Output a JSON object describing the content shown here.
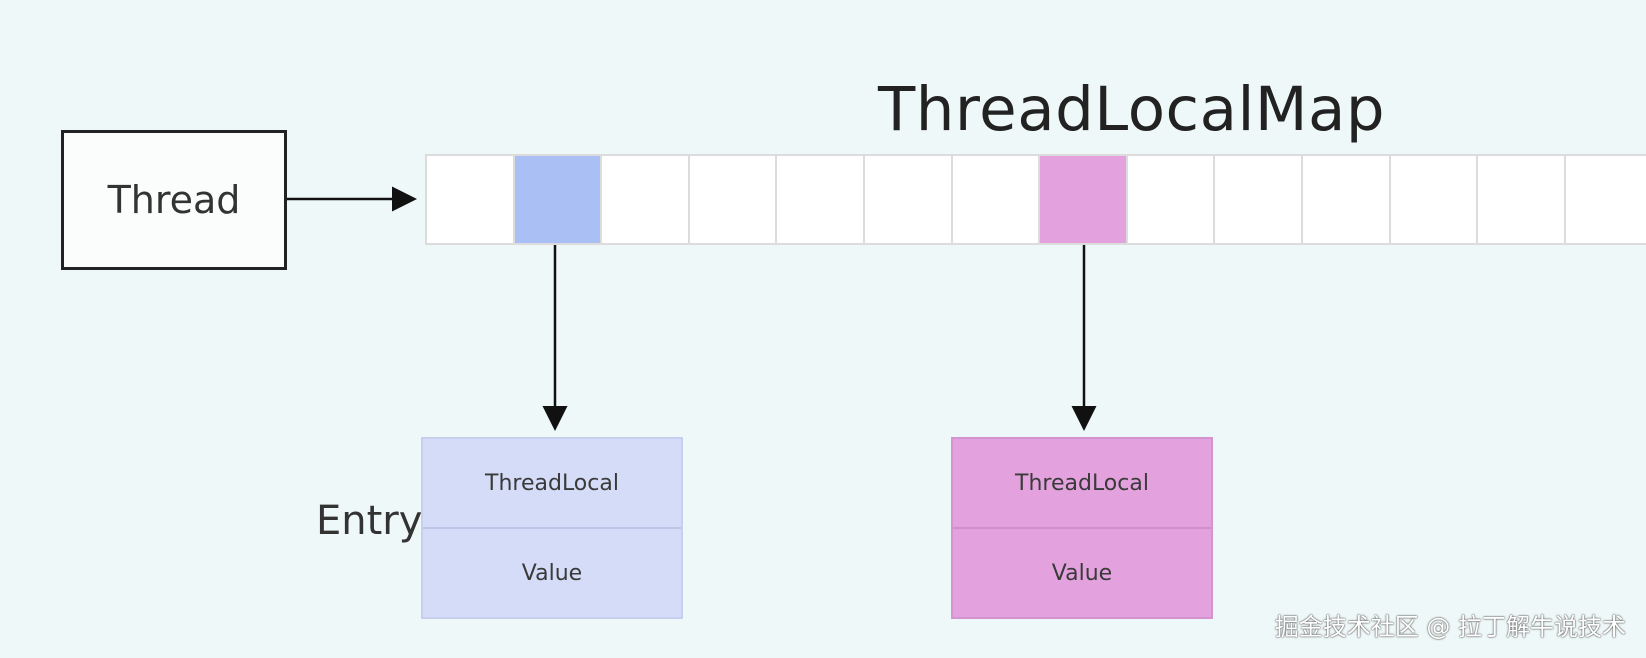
{
  "thread": {
    "label": "Thread"
  },
  "map": {
    "title": "ThreadLocalMap",
    "slots": [
      "empty",
      "blue",
      "empty",
      "empty",
      "empty",
      "empty",
      "empty",
      "pink",
      "empty",
      "empty",
      "empty",
      "empty",
      "empty",
      "empty"
    ]
  },
  "entry_label": "Entry",
  "entries": [
    {
      "key": "ThreadLocal",
      "value": "Value",
      "color": "#d4dcf7"
    },
    {
      "key": "ThreadLocal",
      "value": "Value",
      "color": "#e3a2de"
    }
  ],
  "colors": {
    "background": "#eff8f8",
    "blue_slot": "#aabff4",
    "pink_slot": "#e3a2de",
    "arrow": "#111111"
  },
  "watermark": "掘金技术社区 @ 拉丁解牛说技术"
}
